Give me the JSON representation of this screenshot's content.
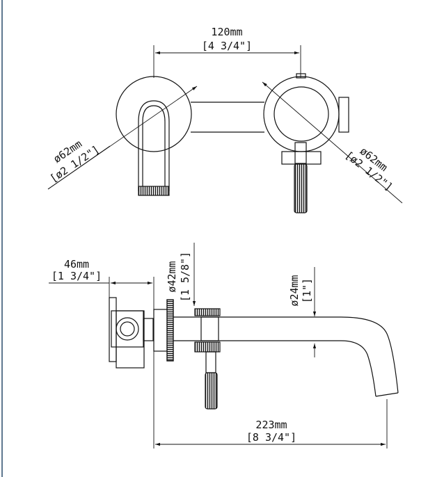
{
  "diagram": {
    "front_view": {
      "width_mm": "120mm",
      "width_in": "[4 3/4\"]",
      "spout_flange_mm": "ø62mm",
      "spout_flange_in": "[ø2 1/2\"]",
      "handle_flange_mm": "ø62mm",
      "handle_flange_in": "[ø2 1/2\"]"
    },
    "side_view": {
      "depth_mm": "46mm",
      "depth_in": "[1 3/4\"]",
      "collar_mm": "ø42mm",
      "collar_in": "[1 5/8\"]",
      "spout_dia_mm": "ø24mm",
      "spout_dia_in": "[1\"]",
      "length_mm": "223mm",
      "length_in": "[8 3/4\"]"
    }
  }
}
